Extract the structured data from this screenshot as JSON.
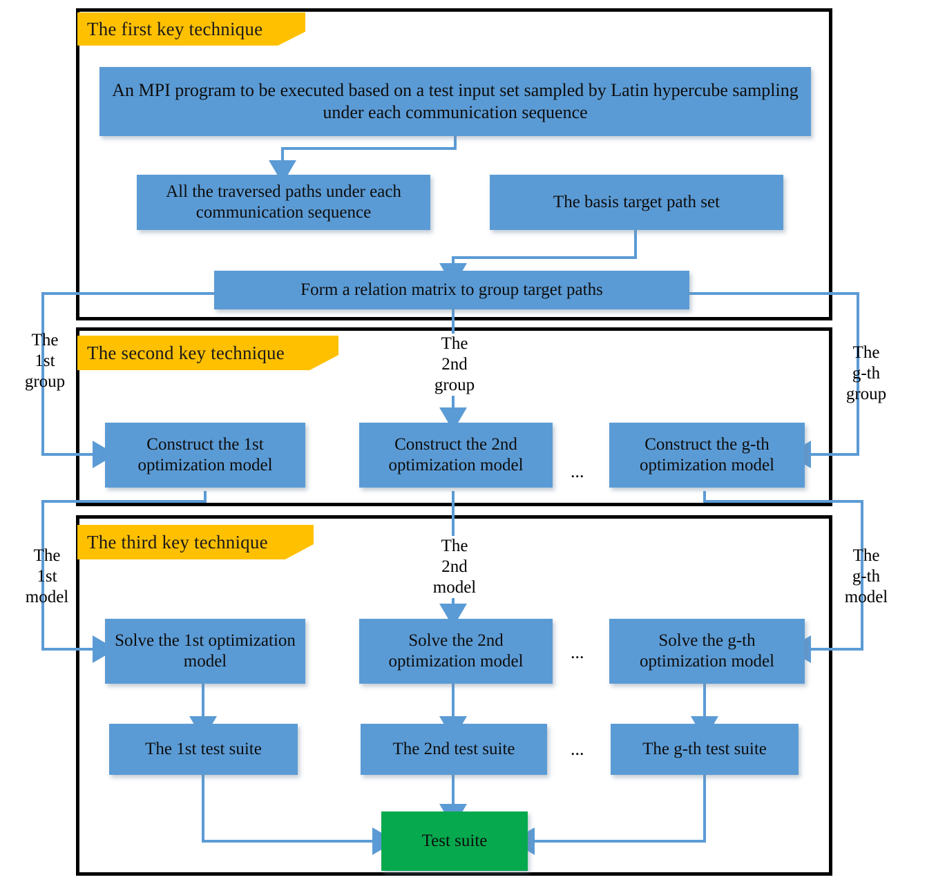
{
  "colors": {
    "box_blue": "#5B9BD5",
    "box_green": "#06A94D",
    "banner_yellow": "#FFC000",
    "connector_blue": "#5B9BD5",
    "frame_black": "#000000"
  },
  "sections": [
    {
      "banner": "The first key technique"
    },
    {
      "banner": "The second key technique"
    },
    {
      "banner": "The third key technique"
    }
  ],
  "boxes": {
    "mpi_program": "An MPI  program to be executed based on a test input set sampled by Latin hypercube sampling under each communication sequence",
    "traversed_paths": "All the traversed paths under each communication sequence",
    "basis_path_set": "The basis target path set",
    "relation_matrix": "Form a relation matrix to group target paths",
    "construct_1st": "Construct the 1st optimization model",
    "construct_2nd": "Construct the 2nd optimization model",
    "construct_gth": "Construct the g-th optimization model",
    "solve_1st": "Solve the 1st optimization model",
    "solve_2nd": "Solve the 2nd optimization model",
    "solve_gth": "Solve the g-th optimization model",
    "suite_1st": "The 1st test suite",
    "suite_2nd": "The 2nd test suite",
    "suite_gth": "The g-th test suite",
    "final_suite": "Test suite"
  },
  "edge_labels": {
    "group_1st": "The\n1st\ngroup",
    "group_2nd": "The\n2nd\ngroup",
    "group_gth": "The\ng-th\ngroup",
    "model_1st": "The\n1st\nmodel",
    "model_2nd": "The\n2nd\nmodel",
    "model_gth": "The\ng-th\nmodel"
  },
  "ellipses": {
    "construct_row": "...",
    "solve_row": "...",
    "suite_row": "..."
  }
}
